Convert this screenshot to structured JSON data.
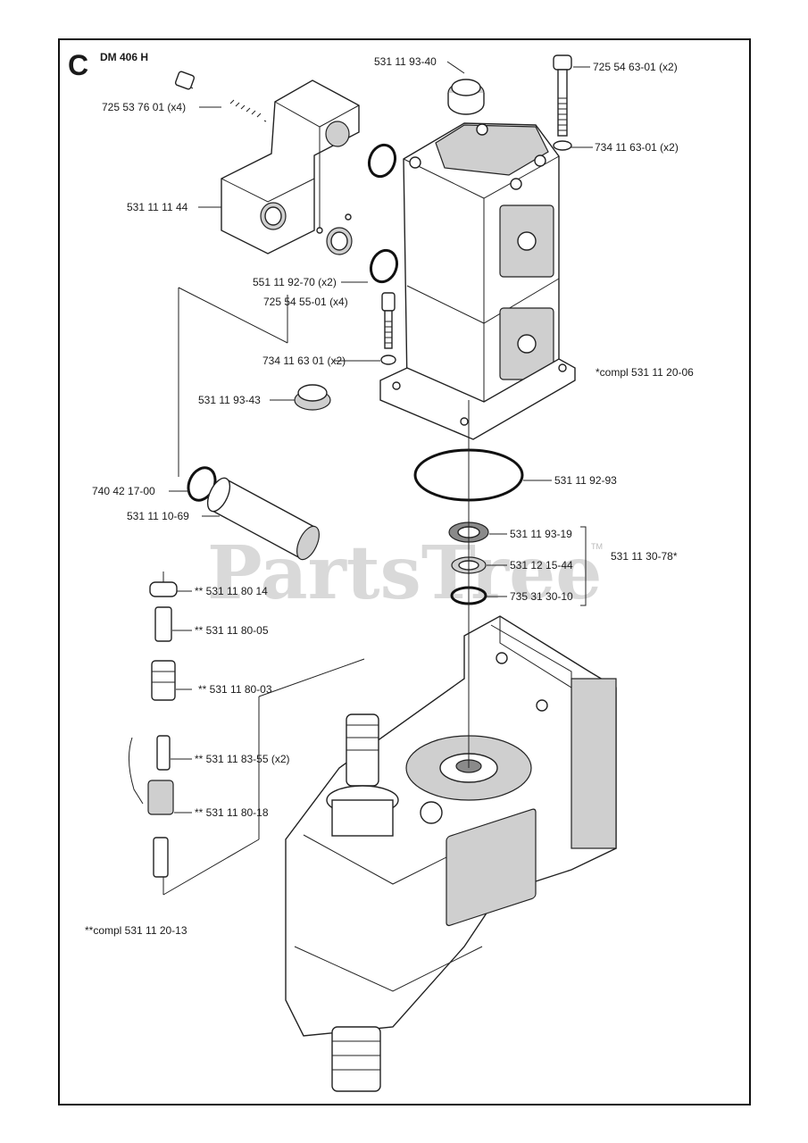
{
  "header": {
    "section_letter": "C",
    "model": "DM 406 H"
  },
  "watermark": {
    "text": "PartsTree",
    "tm": "TM"
  },
  "parts": {
    "p01": "531 11 93-40",
    "p02": "725 54 63-01 (x2)",
    "p03": "725 53 76 01 (x4)",
    "p04": "734 11 63-01 (x2)",
    "p05": "531 11 11 44",
    "p06": "551 11 92-70 (x2)",
    "p07": "725 54 55-01 (x4)",
    "p08": "734 11 63 01 (x2)",
    "p09": "*compl 531 11 20-06",
    "p10": "531 11 93-43",
    "p11": "740 42 17-00",
    "p12": "531 11 92-93",
    "p13": "531 11 10-69",
    "p14": "531 11 93-19",
    "p15": "531 12 15-44",
    "p16": "531 11 30-78*",
    "p17": "735 31 30-10",
    "p18": "** 531 11 80 14",
    "p19": "** 531 11 80-05",
    "p20": "** 531 11 80-03",
    "p21": "** 531 11 83-55 (x2)",
    "p22": "** 531 11 80-18",
    "p23": "**compl 531 11 20-13"
  }
}
